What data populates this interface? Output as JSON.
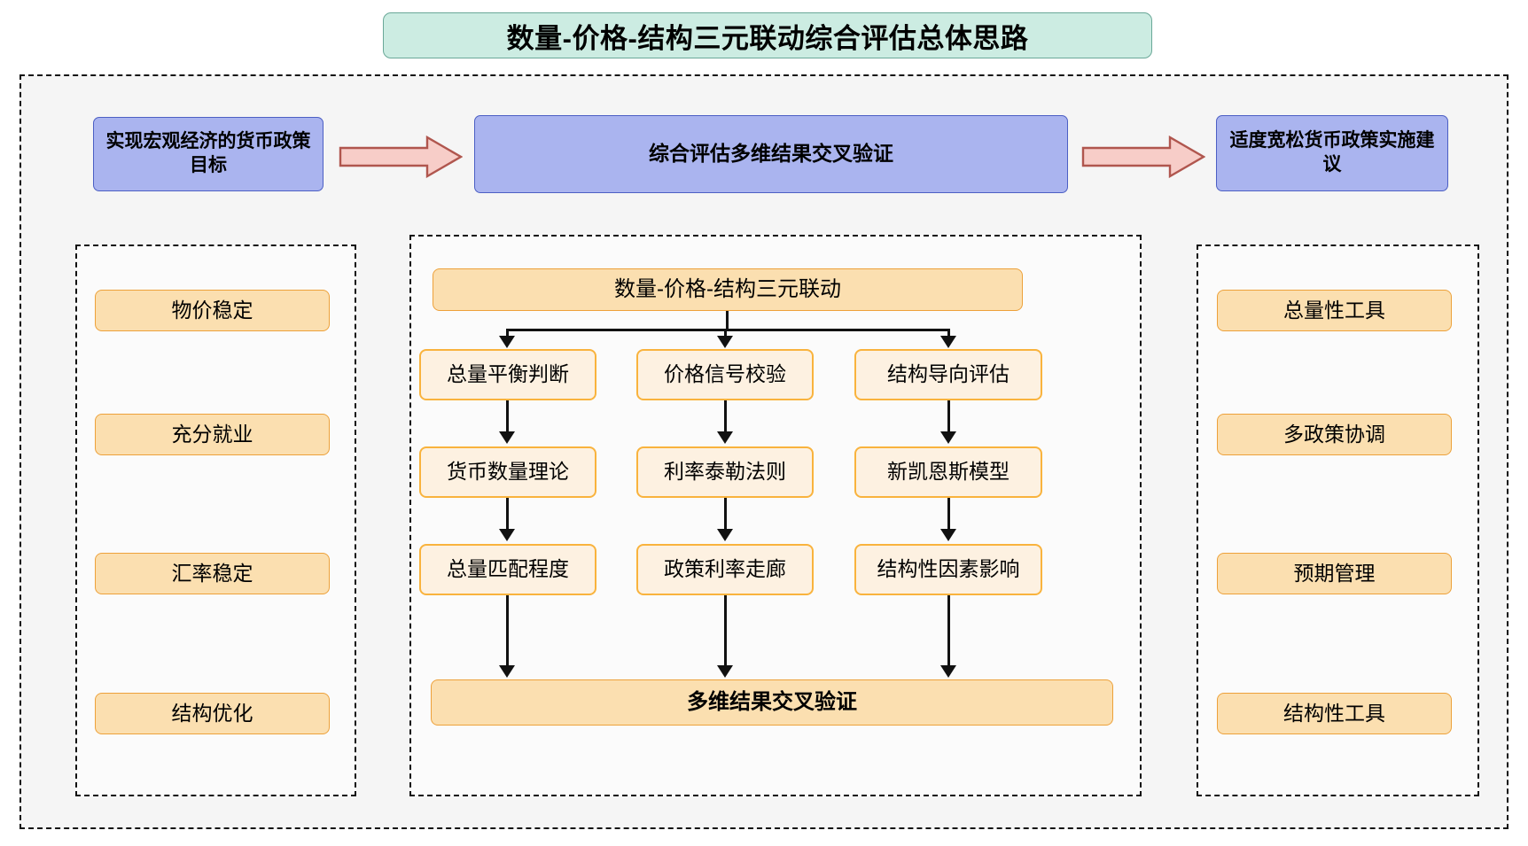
{
  "title": "数量-价格-结构三元联动综合评估总体思路",
  "colors": {
    "title_fill": "#ccece2",
    "title_border": "#6aa898",
    "blue_fill": "#aab4ef",
    "blue_border": "#4c5fc4",
    "arrow_fill": "#f7cdc8",
    "arrow_border": "#b0564e",
    "orange_dark_fill": "#fbdfb0",
    "orange_light_fill": "#fdf1e1",
    "orange_border": "#f9b33d",
    "panel_bg": "#f5f5f5",
    "line": "#111111"
  },
  "top_flow": {
    "goal": "实现宏观经济的货币政策目标",
    "center": "综合评估多维结果交叉验证",
    "advice": "适度宽松货币政策实施建议",
    "arrow1": "right-block-arrow",
    "arrow2": "right-block-arrow"
  },
  "left_panel": {
    "items": [
      "物价稳定",
      "充分就业",
      "汇率稳定",
      "结构优化"
    ]
  },
  "right_panel": {
    "items": [
      "总量性工具",
      "多政策协调",
      "预期管理",
      "结构性工具"
    ]
  },
  "center_panel": {
    "root": "数量-价格-结构三元联动",
    "columns": [
      {
        "head": "总量平衡判断",
        "mid": "货币数量理论",
        "tail": "总量匹配程度"
      },
      {
        "head": "价格信号校验",
        "mid": "利率泰勒法则",
        "tail": "政策利率走廊"
      },
      {
        "head": "结构导向评估",
        "mid": "新凯恩斯模型",
        "tail": "结构性因素影响"
      }
    ],
    "bottom": "多维结果交叉验证"
  }
}
